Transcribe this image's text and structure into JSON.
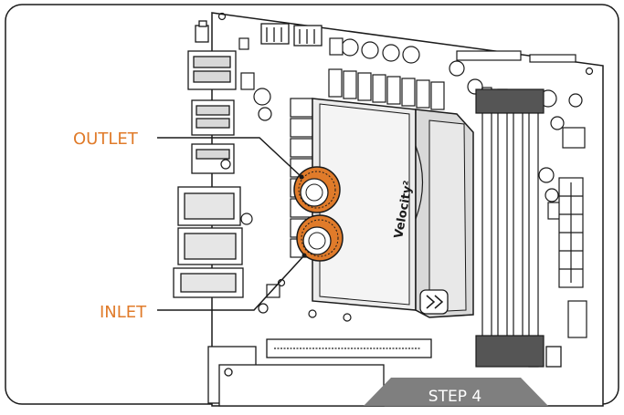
{
  "labels": {
    "outlet": "OUTLET",
    "inlet": "INLET"
  },
  "block_brand": "Velocity²",
  "step_badge": "STEP 4",
  "colors": {
    "accent_orange": "#e07b2a",
    "badge_gray": "#7f7f7f",
    "line_dark": "#1a1a1a"
  }
}
